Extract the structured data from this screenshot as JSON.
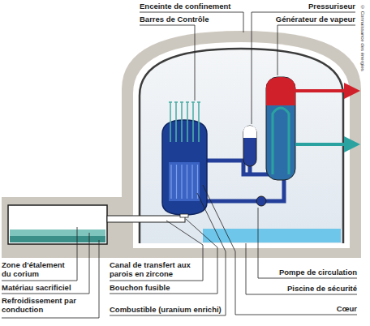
{
  "diagram": {
    "labels": [
      "Enceinte de confinement",
      "Barres de Contrôle",
      "Pressuriseur",
      "Générateur de vapeur",
      "Zone d'étalement du corium",
      "Matériau sacrificiel",
      "Refroidissement par conduction",
      "Canal de transfert aux parois en zircone",
      "Bouchon fusible",
      "Combustible (uranium enrichi)",
      "Pompe de circulation",
      "Piscine de sécurité",
      "Cœur",
      "© Connaissance des énergies"
    ]
  }
}
